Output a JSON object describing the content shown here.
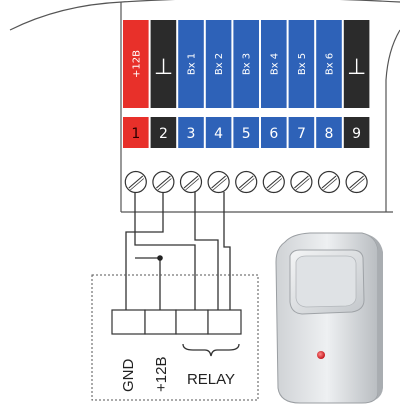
{
  "colors": {
    "red": "#e8302a",
    "blue": "#2e62b8",
    "black": "#2b2b2b",
    "outline": "#444444"
  },
  "top_labels": [
    {
      "text": "+12В",
      "color": "red"
    },
    {
      "text": "⊥",
      "color": "black",
      "icon": "ground-icon"
    },
    {
      "text": "Вх 1",
      "color": "blue"
    },
    {
      "text": "Вх 2",
      "color": "blue"
    },
    {
      "text": "Вх 3",
      "color": "blue"
    },
    {
      "text": "Вх 4",
      "color": "blue"
    },
    {
      "text": "Вх 5",
      "color": "blue"
    },
    {
      "text": "Вх 6",
      "color": "blue"
    },
    {
      "text": "⊥",
      "color": "black",
      "icon": "ground-icon"
    }
  ],
  "numbers": [
    {
      "text": "1",
      "color": "red"
    },
    {
      "text": "2",
      "color": "black"
    },
    {
      "text": "3",
      "color": "blue"
    },
    {
      "text": "4",
      "color": "blue"
    },
    {
      "text": "5",
      "color": "blue"
    },
    {
      "text": "6",
      "color": "blue"
    },
    {
      "text": "7",
      "color": "blue"
    },
    {
      "text": "8",
      "color": "blue"
    },
    {
      "text": "9",
      "color": "black"
    }
  ],
  "sensor_terminals": {
    "gnd": "GND",
    "plus12": "+12В",
    "relay": "RELAY"
  }
}
